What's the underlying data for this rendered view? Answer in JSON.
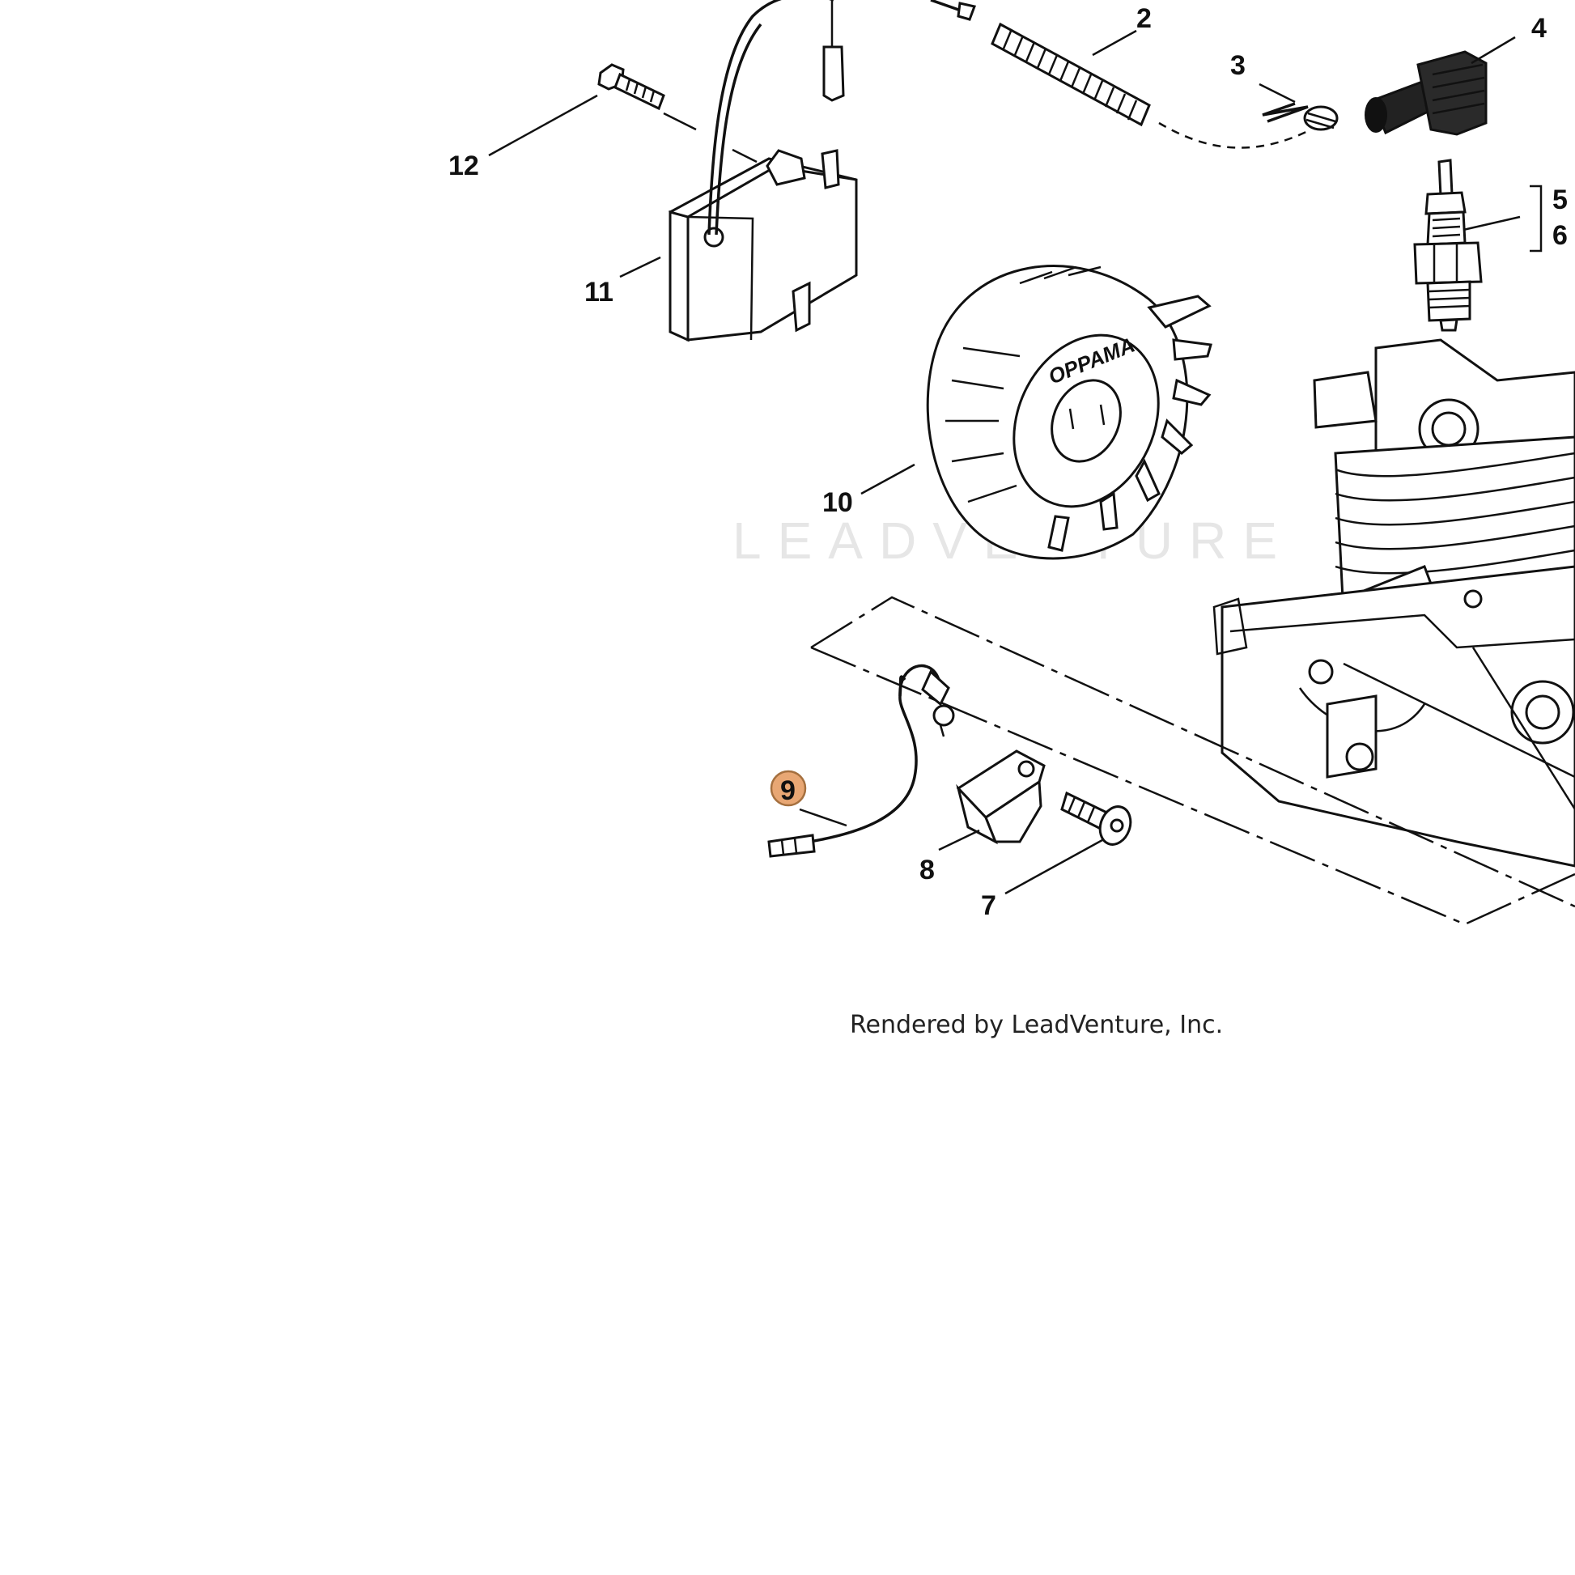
{
  "diagram": {
    "watermark_text": "LEADVENTURE",
    "credit_text": "Rendered by LeadVenture, Inc.",
    "brand_text": "OPPAMA",
    "highlight_color": "#e8a774",
    "parts": [
      {
        "id": "2",
        "label": "2"
      },
      {
        "id": "3",
        "label": "3"
      },
      {
        "id": "4",
        "label": "4"
      },
      {
        "id": "5",
        "label": "5"
      },
      {
        "id": "6",
        "label": "6"
      },
      {
        "id": "7",
        "label": "7"
      },
      {
        "id": "8",
        "label": "8"
      },
      {
        "id": "9",
        "label": "9",
        "highlighted": true
      },
      {
        "id": "10",
        "label": "10"
      },
      {
        "id": "11",
        "label": "11"
      },
      {
        "id": "12",
        "label": "12"
      }
    ]
  }
}
